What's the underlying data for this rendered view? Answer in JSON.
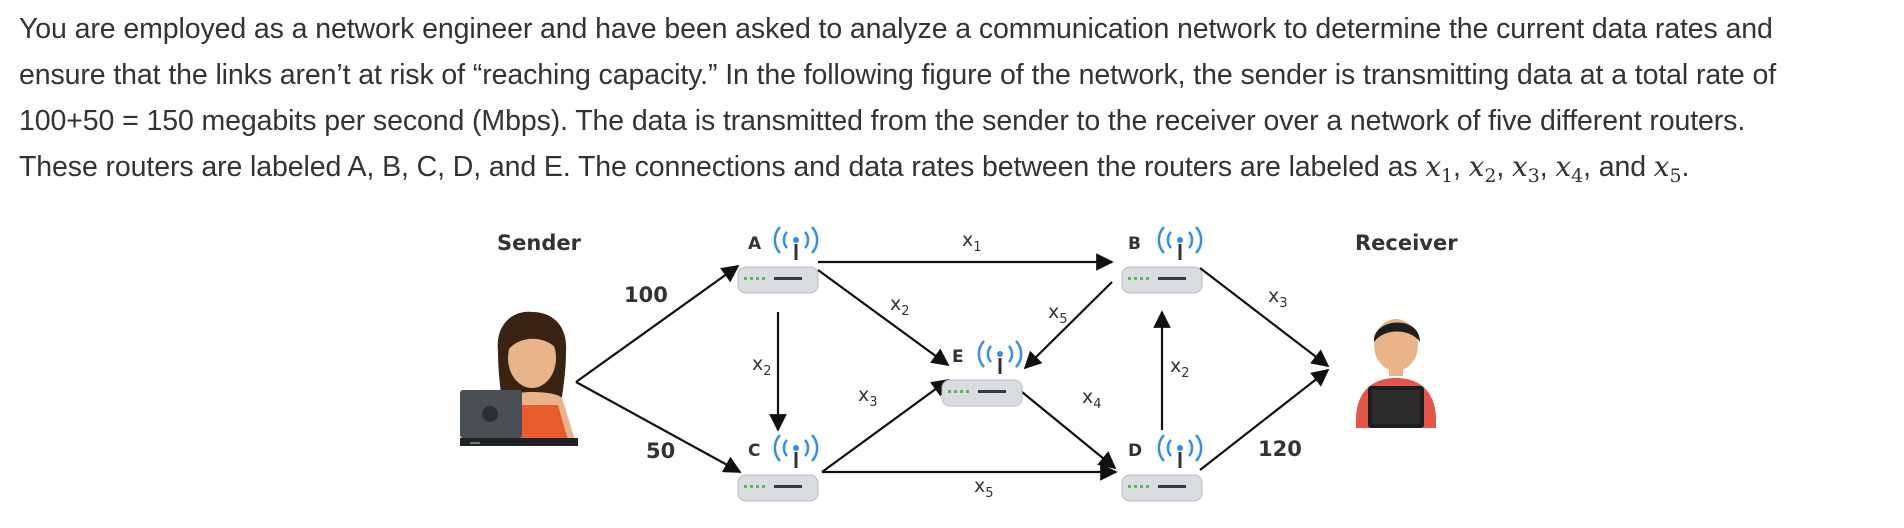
{
  "problem": {
    "line1": "You are employed as a network engineer and have been asked to analyze a communication network to determine the current data rates and",
    "line2": "ensure that the links aren’t at risk of “reaching capacity.” In the following figure of the network, the sender is transmitting data at a total rate of",
    "line3": "100+50 = 150 megabits per second (Mbps). The data is transmitted from the sender to the receiver over a network of five different routers.",
    "line4_text": "These routers are labeled A, B, C, D, and E. The connections and data rates between the routers are labeled as",
    "line4_vars": [
      "x",
      "x",
      "x",
      "x",
      "x"
    ],
    "line4_subs": [
      "1",
      "2",
      "3",
      "4",
      "5"
    ],
    "line4_sep1": ", ",
    "line4_sep2": ", ",
    "line4_sep3": ", ",
    "line4_and": ", and ",
    "line4_end": "."
  },
  "diagram": {
    "sender_label": "Sender",
    "receiver_label": "Receiver",
    "routers": {
      "A": "A",
      "B": "B",
      "C": "C",
      "D": "D",
      "E": "E"
    },
    "edges": {
      "sender_to_A": "100",
      "sender_to_C": "50",
      "A_to_B": {
        "var": "x",
        "sub": "1"
      },
      "A_to_E": {
        "var": "x",
        "sub": "2"
      },
      "A_to_C": {
        "var": "x",
        "sub": "2"
      },
      "C_to_E": {
        "var": "x",
        "sub": "3"
      },
      "B_to_E": {
        "var": "x",
        "sub": "5"
      },
      "E_to_D": {
        "var": "x",
        "sub": "4"
      },
      "D_to_B": {
        "var": "x",
        "sub": "2"
      },
      "C_to_D": {
        "var": "x",
        "sub": "5"
      },
      "B_to_receiver": {
        "var": "x",
        "sub": "3"
      },
      "D_to_receiver": "120"
    }
  }
}
